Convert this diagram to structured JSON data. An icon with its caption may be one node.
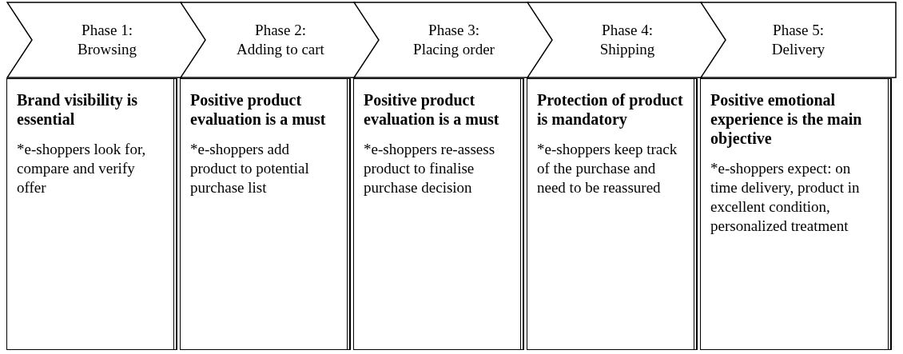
{
  "diagram": {
    "nodes": [
      {
        "text": [
          "Phase 1: Browsing"
        ]
      },
      {
        "text": [
          "Phase 2: Adding to cart"
        ]
      },
      {
        "text": [
          "Phase 3: Placing order"
        ]
      },
      {
        "text": [
          "Phase 4: Shipping"
        ]
      },
      {
        "text": [
          "Phase 5: Delivery"
        ]
      },
      {
        "text": [
          "Brand visibility is essential",
          "*e-shoppers look for, compare and verify offer"
        ]
      },
      {
        "text": [
          "Positive product evaluation is a must",
          "*e-shoppers add product to potential purchase list"
        ]
      },
      {
        "text": [
          "Positive product evaluation is a must",
          "*e-shoppers re-assess product to finalise purchase decision"
        ]
      },
      {
        "text": [
          "Protection of product is mandatory",
          "*e-shoppers keep track of the purchase and need to be reassured"
        ]
      },
      {
        "text": [
          "Positive emotional experience is the main objective",
          "*e-shoppers expect: on time delivery, product in excellent condition, personalized treatment"
        ]
      }
    ]
  }
}
